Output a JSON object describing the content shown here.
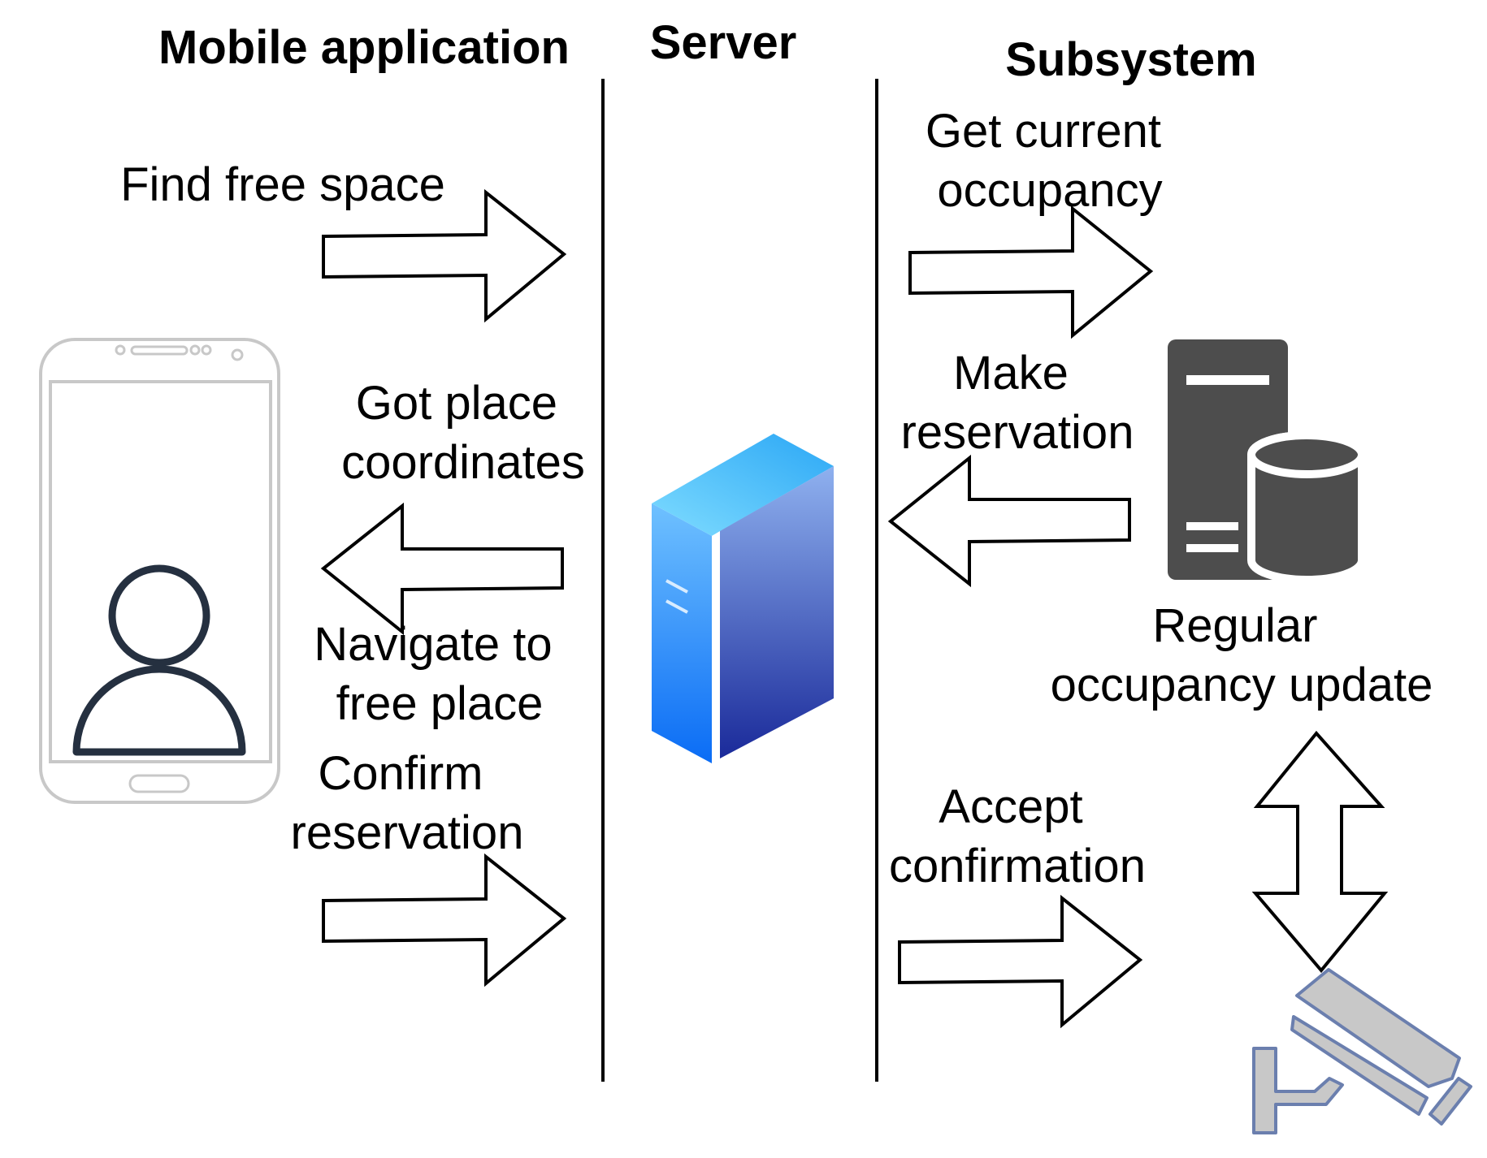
{
  "columns": {
    "mobile": "Mobile application",
    "server": "Server",
    "subsystem": "Subsystem"
  },
  "steps": {
    "find_free_space": "Find free space",
    "got_place_coordinates": [
      "Got place",
      "coordinates"
    ],
    "navigate_to_free_place": [
      "Navigate to",
      "free place"
    ],
    "confirm_reservation": [
      "Confirm",
      "reservation"
    ],
    "get_current_occupancy": [
      "Get current",
      "occupancy"
    ],
    "make_reservation": [
      "Make",
      "reservation"
    ],
    "accept_confirmation": [
      "Accept",
      "confirmation"
    ],
    "regular_occupancy_update": [
      "Regular",
      "occupancy update"
    ]
  },
  "icons": {
    "phone": "smartphone-user-icon",
    "server": "server-tower-icon",
    "database_server": "database-server-icon",
    "camera": "security-camera-icon"
  },
  "colors": {
    "server_front_top": "#8fb1ef",
    "server_front_bottom": "#1a2a9a",
    "server_side_top": "#6fc1ff",
    "server_side_bottom": "#0a6cf5",
    "db_server": "#4d4d4d",
    "camera_fill": "#c8c8c8",
    "camera_stroke": "#6b7fae",
    "phone_outline": "#c8c8c8",
    "user_icon": "#253040"
  }
}
